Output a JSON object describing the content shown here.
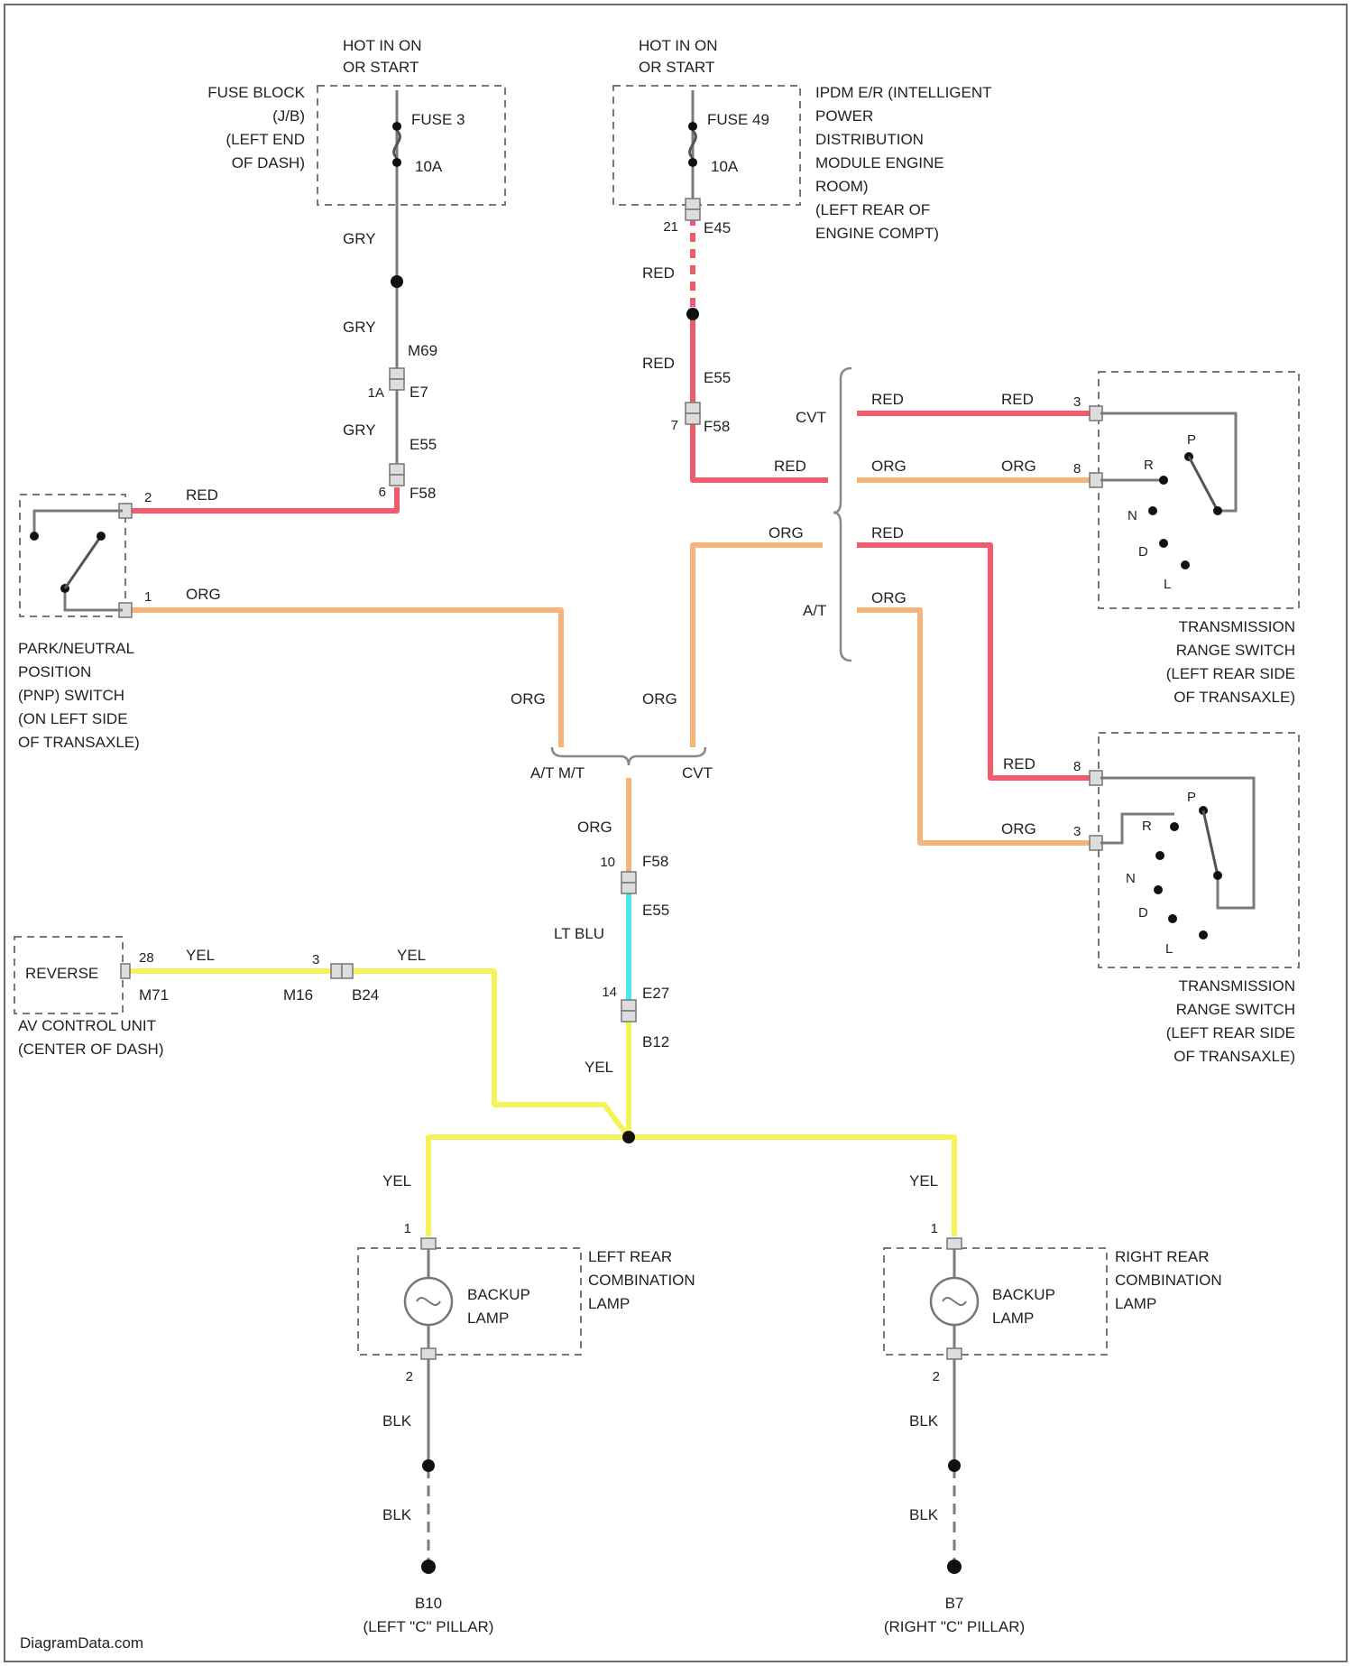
{
  "colors": {
    "red": "#f25b6b",
    "org": "#f7b47a",
    "yel": "#f6f25a",
    "ltblu": "#4fe4ee",
    "gry": "#8a8a8a",
    "blk": "#8a8a8a"
  },
  "power": {
    "left_hot": [
      "HOT IN ON",
      "OR START"
    ],
    "right_hot": [
      "HOT IN ON",
      "OR START"
    ]
  },
  "components": {
    "fuse_block": [
      "FUSE BLOCK",
      "(J/B)",
      "(LEFT END",
      "OF DASH)"
    ],
    "fuse3": "FUSE 3",
    "fuse3_rating": "10A",
    "ipdm": [
      "IPDM E/R (INTELLIGENT",
      "POWER",
      "DISTRIBUTION",
      "MODULE ENGINE",
      "ROOM)",
      "(LEFT REAR OF",
      "ENGINE COMPT)"
    ],
    "fuse49": "FUSE 49",
    "fuse49_rating": "10A",
    "pnp_switch": [
      "PARK/NEUTRAL",
      "POSITION",
      "(PNP) SWITCH",
      "(ON LEFT SIDE",
      "OF TRANSAXLE)"
    ],
    "trs1": [
      "TRANSMISSION",
      "RANGE SWITCH",
      "(LEFT REAR SIDE",
      "OF TRANSAXLE)"
    ],
    "trs2": [
      "TRANSMISSION",
      "RANGE SWITCH",
      "(LEFT REAR SIDE",
      "OF TRANSAXLE)"
    ],
    "av_box": "REVERSE",
    "av_unit": [
      "AV CONTROL UNIT",
      "(CENTER OF DASH)"
    ],
    "left_lamp": [
      "LEFT REAR",
      "COMBINATION",
      "LAMP"
    ],
    "right_lamp": [
      "RIGHT REAR",
      "COMBINATION",
      "LAMP"
    ],
    "backup": [
      "BACKUP",
      "LAMP"
    ],
    "backup_r": [
      "BACKUP",
      "LAMP"
    ],
    "left_ground": [
      "B10",
      "(LEFT \"C\" PILLAR)"
    ],
    "right_ground": [
      "B7",
      "(RIGHT \"C\" PILLAR)"
    ]
  },
  "positions": {
    "trs1": [
      "P",
      "R",
      "N",
      "D",
      "L"
    ],
    "trs2": [
      "P",
      "R",
      "N",
      "D",
      "L"
    ]
  },
  "wire_labels": {
    "gry1": "GRY",
    "gry2": "GRY",
    "gry3": "GRY",
    "red_ipdm1": "RED",
    "red_ipdm2": "RED",
    "red_cvt": "RED",
    "cvt_red_a": "RED",
    "cvt_red_b": "RED",
    "cvt_org_a": "ORG",
    "cvt_org_b": "ORG",
    "red_pnp": "RED",
    "org_pnp": "ORG",
    "org_cvt_top": "ORG",
    "red_at_top": "RED",
    "org_at_top": "ORG",
    "org_left_v": "ORG",
    "org_right_v": "ORG",
    "red_trs2": "RED",
    "org_trs2": "ORG",
    "org_mid": "ORG",
    "ltblu": "LT BLU",
    "yel_av1": "YEL",
    "yel_av2": "YEL",
    "yel_mid": "YEL",
    "yel_left": "YEL",
    "yel_right": "YEL",
    "blk_l1": "BLK",
    "blk_l2": "BLK",
    "blk_r1": "BLK",
    "blk_r2": "BLK"
  },
  "connectors": {
    "m69": "M69",
    "e7": "E7",
    "pin_1a": "1A",
    "e55_top": "E55",
    "f58_top": "F58",
    "pin_6": "6",
    "e45": "E45",
    "pin_21": "21",
    "e55_right": "E55",
    "f58_right": "F58",
    "pin_7": "7",
    "f58_mid": "F58",
    "pin_10": "10",
    "e55_mid": "E55",
    "e27": "E27",
    "pin_14": "14",
    "b12": "B12",
    "m71": "M71",
    "pin_28": "28",
    "m16": "M16",
    "b24": "B24",
    "pin_3": "3"
  },
  "pins": {
    "pnp_top": "2",
    "pnp_bot": "1",
    "trs1_top": "3",
    "trs1_bot": "8",
    "trs2_top": "8",
    "trs2_bot": "3",
    "ll_top": "1",
    "ll_bot": "2",
    "rl_top": "1",
    "rl_bot": "2"
  },
  "options": {
    "cvt": "CVT",
    "at": "A/T",
    "at_mt": "A/T M/T",
    "cvt_low": "CVT"
  },
  "watermark": "DiagramData.com"
}
